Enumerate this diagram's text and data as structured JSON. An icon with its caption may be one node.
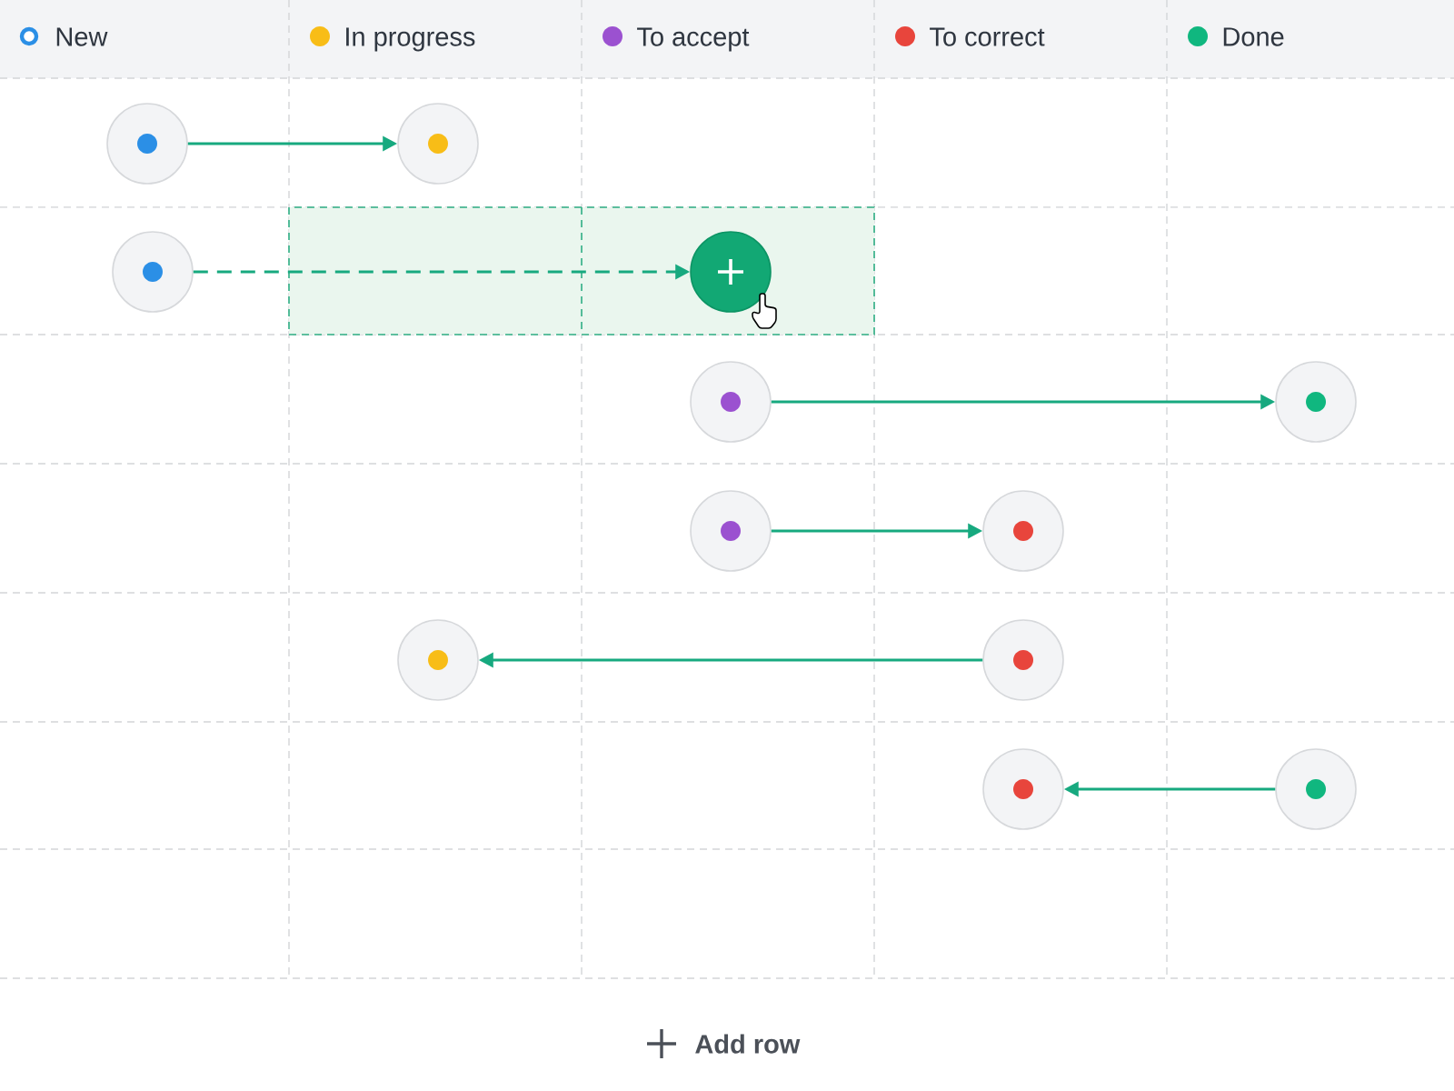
{
  "diagram": {
    "nodes": [
      {
        "text": [],
        "shape": "circle"
      },
      {
        "text": [],
        "shape": "circle"
      },
      {
        "text": [],
        "shape": "circle"
      },
      {
        "text": [],
        "shape": "circle"
      },
      {
        "text": [],
        "shape": "circle"
      },
      {
        "text": [],
        "shape": "circle"
      },
      {
        "text": [],
        "shape": "circle"
      },
      {
        "text": [],
        "shape": "circle"
      },
      {
        "text": [],
        "shape": "circle"
      },
      {
        "text": [],
        "shape": "circle"
      },
      {
        "text": [],
        "shape": "circle"
      },
      {
        "text": [],
        "shape": "circle"
      }
    ],
    "edges": [
      {
        "from": 0,
        "to": 1,
        "arrow": "to"
      },
      {
        "from": 2,
        "to": 3,
        "arrow": "to",
        "style": "dashed"
      },
      {
        "from": 4,
        "to": 5,
        "arrow": "to"
      },
      {
        "from": 6,
        "to": 7,
        "arrow": "to"
      },
      {
        "from": 9,
        "to": 8,
        "arrow": "to"
      },
      {
        "from": 11,
        "to": 10,
        "arrow": "to"
      }
    ],
    "labels": [
      "Add row"
    ],
    "legend": [
      {
        "text": "New",
        "color": "#2b8fe6"
      },
      {
        "text": "In progress",
        "color": "#f8bd17"
      },
      {
        "text": "To accept",
        "color": "#9b51d0"
      },
      {
        "text": "To correct",
        "color": "#e8453c"
      },
      {
        "text": "Done",
        "color": "#10b77f"
      }
    ]
  }
}
